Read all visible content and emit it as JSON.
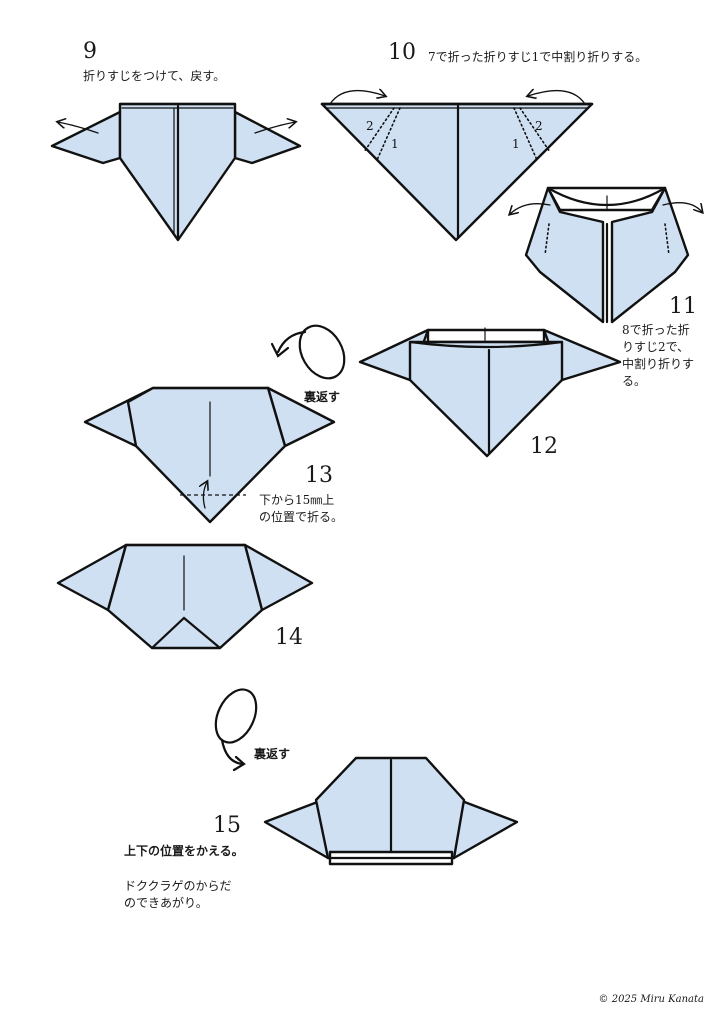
{
  "steps": [
    {
      "number": "9",
      "text": "折りすじをつけて、戻す。"
    },
    {
      "number": "10",
      "text": "7で折った折りすじ1で中割り折りする。"
    },
    {
      "number": "11",
      "text_lines": [
        "8で折った折",
        "りすじ2で、",
        "中割り折りす",
        "る。"
      ]
    },
    {
      "number": "12"
    },
    {
      "number": "13",
      "text_lines": [
        "下から15㎜上",
        "の位置で折る。"
      ]
    },
    {
      "number": "14"
    },
    {
      "number": "15",
      "text": "上下の位置をかえる。"
    }
  ],
  "labels": {
    "turn_over_1": "裏返す",
    "turn_over_2": "裏返す",
    "crease_1": "1",
    "crease_2": "2"
  },
  "final_note": [
    "ドククラゲのからだ",
    "のできあがり。"
  ],
  "copyright": "© 2025 Miru Kanata",
  "colors": {
    "paper": "#cfe0f2",
    "outline": "#111111"
  }
}
